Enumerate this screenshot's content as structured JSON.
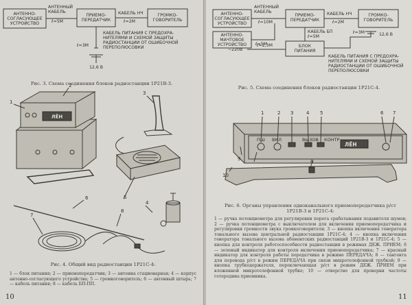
{
  "left_page": {
    "fig3": {
      "box_antenna_match": "АНТЕННО-\nСОГЛАСУЮЩЕЕ\nУСТРОЙСТВО",
      "label_ant_cable": "АНТЕННЫЙ\nКАБЕЛЬ",
      "label_l1": "ℓ=5М",
      "box_transceiver": "ПРИЕМО-\nПЕРЕДАТЧИК",
      "label_cable_nch": "КАБЕЛЬ НЧ",
      "label_l2": "ℓ=2М",
      "box_speaker": "ГРОМКО-\nГОВОРИТЕЛЬ",
      "label_power_cable": "КАБЕЛЬ ПИТАНИЯ С ПРЕДОХРА-\nНИТЕЛЯМИ И СХЕМОЙ ЗАЩИТЫ\nРАДИОСТАНЦИИ ОТ ОШИБОЧНОЙ\nПЕРЕПОЛЮСОВКИ",
      "label_l3": "ℓ=3М",
      "label_voltage": "12,6 В",
      "caption": "Рис. 3. Схема соединения блоков радиостанции 1Р21В-3."
    },
    "fig4": {
      "callouts": [
        "1",
        "2",
        "3",
        "4",
        "5",
        "6",
        "7",
        "8"
      ],
      "panel_text": "ЛЁН",
      "caption": "Рис. 4. Общий вид радиостанции 1Р21С-4:"
    },
    "body_text": "1 — блок питания; 2 — приемопередатчик; 3 — антенна стационарная; 4 — корпус антенно-согласующего устройства; 5 — громкоговоритель; 6 — автенвый штырь; 7 — кабель питания; 8 — кабель БП-ПП.",
    "page_number": "10"
  },
  "right_page": {
    "fig5": {
      "box_antenna_match": "АНТЕННО-\nСОГЛАСУЮЩЕЕ\nУСТРОЙСТВО",
      "label_ant_cable": "АНТЕННЫЙ\nКАБЕЛЬ",
      "label_l1": "ℓ=10М",
      "box_transceiver": "ПРИЕМО-\nПЕРЕДАТЧИК",
      "label_cable_nch": "КАБЕЛЬ НЧ",
      "label_l2": "ℓ=2М",
      "box_speaker": "ГРОМКО-\nГОВОРИТЕЛЬ",
      "box_mast_antenna": "АНТЕННО-\nМАЧТОВОЕ\nУСТРОЙСТВО",
      "label_l4": "ℓ=5М",
      "label_cable_bp": "КАБЕЛЬ БП\nℓ=5М",
      "label_l3": "ℓ=3М",
      "label_voltage": "12,6 В",
      "label_mains": "~220В",
      "label_l5": "ℓ=2,3М",
      "box_psu": "БЛОК\nПИТАНИЯ",
      "label_power_cable": "КАБЕЛЬ ПИТАНИЯ С ПРЕДОХРА-\nНИТЕЛЯМИ И СХЕМОЙ ЗАЩИТЫ\nРАДИОСТАНЦИИ ОТ ОШИБОЧНОЙ\nПЕРЕПОЛЮСОВКИ",
      "caption": "Рис. 5. Схема соединения блоков радиостанции 1Р21С-4."
    },
    "fig6": {
      "callouts": [
        "1",
        "2",
        "3",
        "4",
        "5",
        "6",
        "7",
        "8",
        "9",
        "10"
      ],
      "panel_labels": [
        "ПШ",
        "ВКЛ",
        "ВЫЗОВ",
        "КОНТР",
        "ЛЁН"
      ],
      "caption": "Рис. 6. Органы управления одноканального приемопередатчика р/ст 1Р21В-3 и 1Р21С-4:"
    },
    "body_text": "1 — ручка потенциометра для регулировки порога срабатывания подавителя шумов; 2 — ручка потенциометра с выключателем для включения приемопередатчика и регулировки громкости звука громкоговорителя; 3 — кнопка включения генератора тонального вызова центральной радиостанции 1Р21С-4; 4 — кнопка включения генератора тонального вызова абонентских радиостанций 1Р21В-3 и 1Р21С-4; 5 — кнопка для контроля работоспособности радиостанции в режимах ДЕЖ. ПРИЕМ; 6 — зеленый индикатор для контроля включения приемопередатчика; 7 — красный индикатор для контроля работы передатчика в режиме ПЕРЕДАЧА; 8 — тангента для перевода р/ст в режим ПЕРЕДАЧА при связи микротелефонной трубкой; 9 — кнопка трубкодержателя, переключающая р/ст в режим ДЕЖ. ПРИЕМ при вложенной микротелефонной трубке; 10 — отверстие для проверки частоты гетеродина приемника.",
    "page_number": "11"
  }
}
